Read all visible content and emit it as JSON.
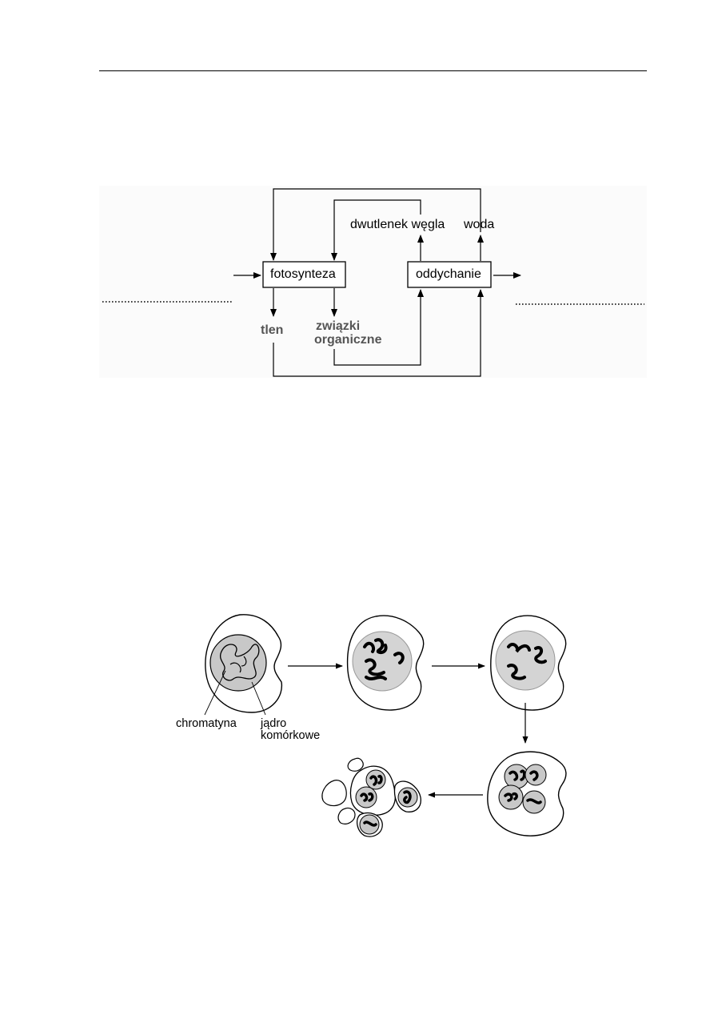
{
  "cycle_diagram": {
    "box_photosynthesis": "fotosynteza",
    "box_respiration": "oddychanie",
    "label_co2": "dwutlenek węgla",
    "label_water": "woda",
    "label_oxygen": "tlen",
    "label_organic_1": "związki",
    "label_organic_2": "organiczne"
  },
  "cell_division_diagram": {
    "label_chromatin": "chromatyna",
    "label_nucleus_1": "jądro",
    "label_nucleus_2": "komórkowe"
  },
  "colors": {
    "line": "#000000",
    "nucleus_fill": "#c8c8c8",
    "label_gray": "#555555"
  }
}
